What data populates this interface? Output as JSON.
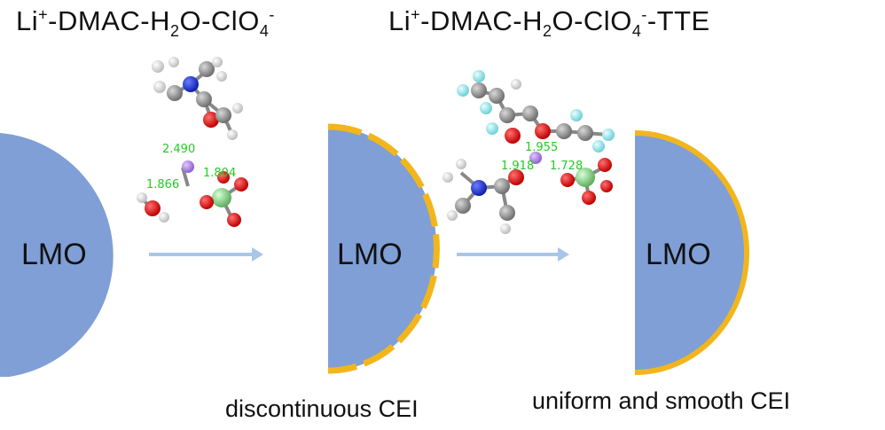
{
  "panels": [
    {
      "title": {
        "prefix": "Li",
        "sup": "+",
        "mid": "-DMAC-H",
        "sub1": "2",
        "mid2": "O-ClO",
        "sub2": "4",
        "sup2": "-",
        "suffix": ""
      },
      "particle_label": "LMO",
      "distances": [
        "2.490",
        "1.866",
        "1.804"
      ]
    },
    {
      "particle_label": "LMO",
      "caption": "discontinuous CEI"
    },
    {
      "title": {
        "prefix": "Li",
        "sup": "+",
        "mid": "-DMAC-H",
        "sub1": "2",
        "mid2": "O-ClO",
        "sub2": "4",
        "sup2": "-",
        "suffix": "-TTE"
      },
      "distances": [
        "1.955",
        "1.918",
        "1.728"
      ]
    },
    {
      "particle_label": "LMO",
      "caption": "uniform and smooth CEI"
    }
  ],
  "colors": {
    "particle": "#7f9fd6",
    "cei": "#f2b61c",
    "arrow": "#a9c6e8",
    "distance": "#22cc22"
  }
}
